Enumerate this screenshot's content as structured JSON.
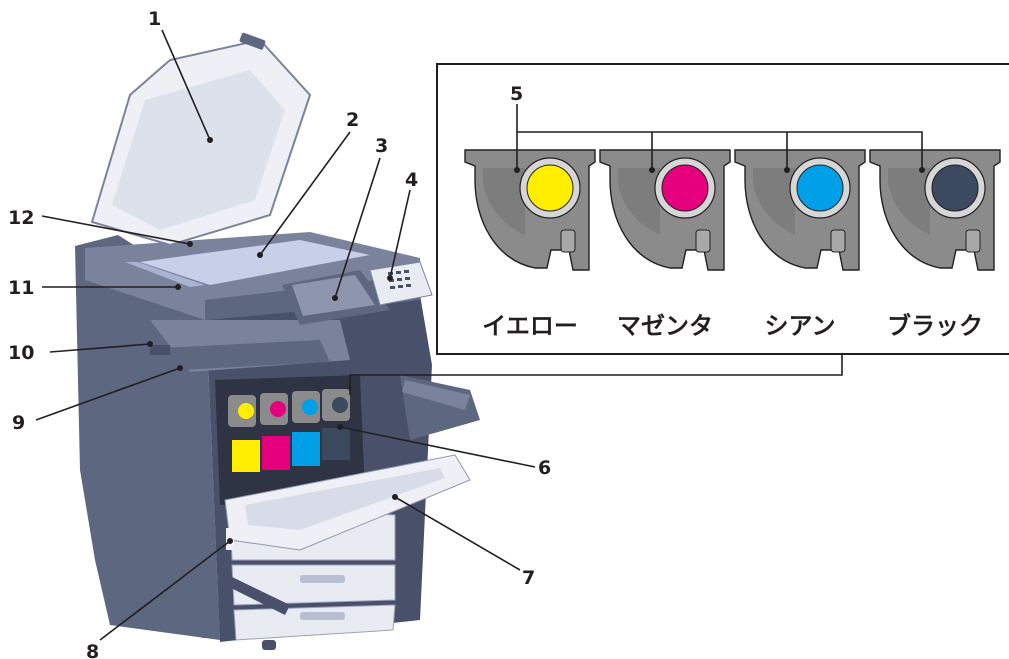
{
  "callouts": {
    "c1": "1",
    "c2": "2",
    "c3": "3",
    "c4": "4",
    "c5": "5",
    "c6": "6",
    "c7": "7",
    "c8": "8",
    "c9": "9",
    "c10": "10",
    "c11": "11",
    "c12": "12"
  },
  "toners": [
    {
      "label": "イエロー",
      "color": "#ffee00"
    },
    {
      "label": "マゼンタ",
      "color": "#e6007e"
    },
    {
      "label": "シアン",
      "color": "#00a0e9"
    },
    {
      "label": "ブラック",
      "color": "#3c4a60"
    }
  ],
  "colors": {
    "body": "#5e6780",
    "body_dark": "#49516a",
    "body_light": "#7a839b",
    "glass": "#c7d0e8",
    "lid": "#eef0f6",
    "paper": "#e8ebf1",
    "cartridge": "#8b8b8b",
    "cartridge_dark": "#6f6f6f"
  }
}
